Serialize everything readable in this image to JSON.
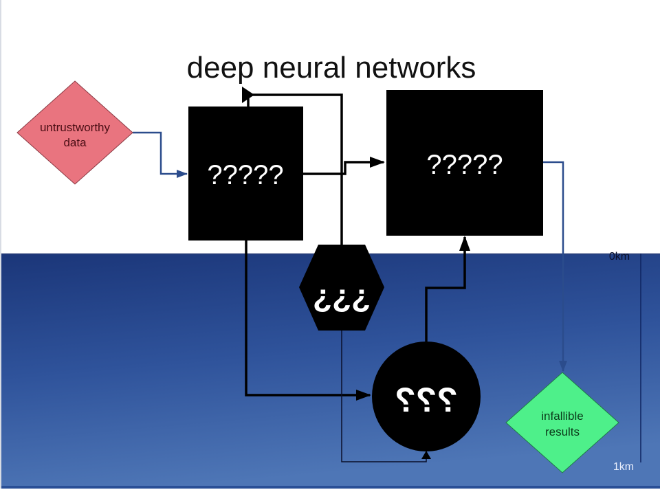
{
  "title": "deep neural networks",
  "nodes": {
    "input": {
      "label_line1": "untrustworthy",
      "label_line2": "data",
      "shape": "diamond",
      "fill": "#e9747f",
      "text_color": "#4a0d14"
    },
    "box1": {
      "label": "?????",
      "shape": "rectangle",
      "fill": "#000000",
      "text_color": "#ffffff"
    },
    "box2": {
      "label": "?????",
      "shape": "rectangle",
      "fill": "#000000",
      "text_color": "#ffffff"
    },
    "hexagon": {
      "label": "¿¿¿",
      "shape": "hexagon",
      "fill": "#000000",
      "text_color": "#ffffff"
    },
    "circle": {
      "label": "???",
      "shape": "circle",
      "fill": "#000000",
      "text_color": "#ffffff"
    },
    "output": {
      "label_line1": "infallible",
      "label_line2": "results",
      "shape": "diamond",
      "fill": "#4ef08a",
      "text_color": "#0b3a1a"
    }
  },
  "depth_scale": {
    "top_label": "0km",
    "bottom_label": "1km"
  },
  "colors": {
    "sky": "#ffffff",
    "water_top": "#1d3a80",
    "water_bottom": "#4b72b3",
    "arrow_black": "#000000",
    "arrow_blue": "#2b4c8c"
  }
}
